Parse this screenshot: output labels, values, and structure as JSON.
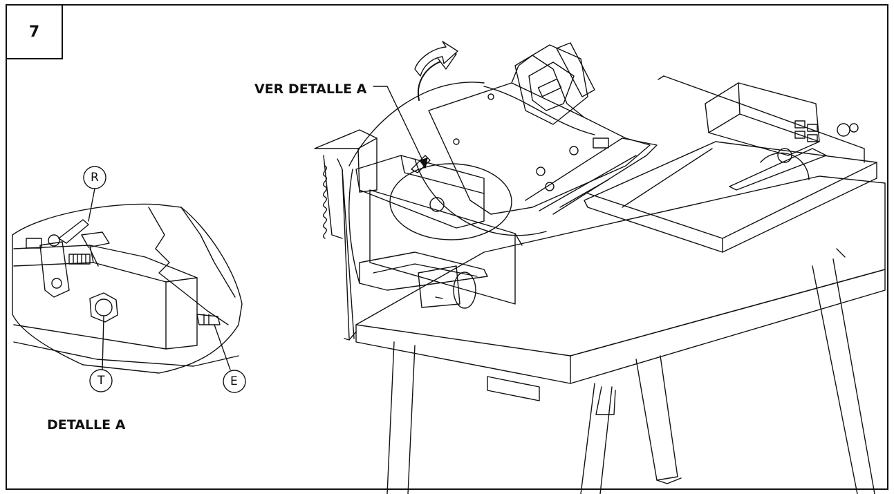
{
  "step": {
    "number": "7"
  },
  "labels": {
    "ver_detalle": "VER DETALLE A",
    "detalle": "DETALLE A"
  },
  "callouts": {
    "r": "R",
    "t": "T",
    "e": "E"
  },
  "colors": {
    "line": "#111111",
    "background": "#ffffff"
  }
}
